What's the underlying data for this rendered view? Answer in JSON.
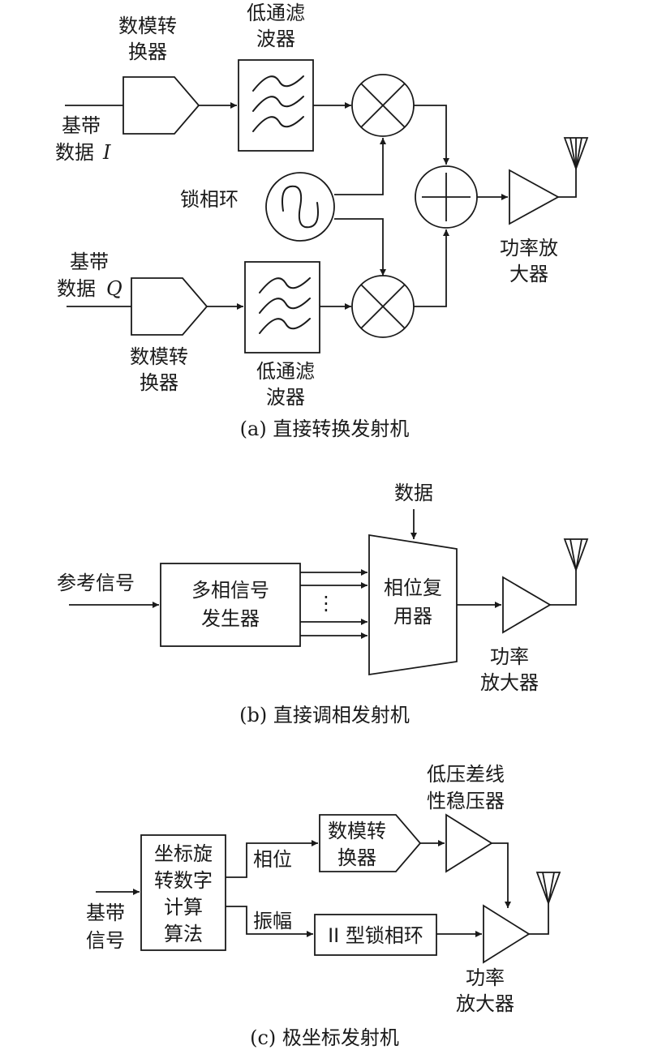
{
  "diagram_a": {
    "caption": "(a) 直接转换发射机",
    "input_i": {
      "line1": "基带",
      "line2": "数据",
      "sym": "I"
    },
    "input_q": {
      "line1": "基带",
      "line2": "数据",
      "sym": "Q"
    },
    "dac_top": {
      "line1": "数模转",
      "line2": "换器"
    },
    "dac_bottom": {
      "line1": "数模转",
      "line2": "换器"
    },
    "lpf_top": {
      "line1": "低通滤",
      "line2": "波器"
    },
    "lpf_bottom": {
      "line1": "低通滤",
      "line2": "波器"
    },
    "pll": "锁相环",
    "pa": {
      "line1": "功率放",
      "line2": "大器"
    }
  },
  "diagram_b": {
    "caption": "(b) 直接调相发射机",
    "ref": "参考信号",
    "gen": {
      "line1": "多相信号",
      "line2": "发生器"
    },
    "data_in": "数据",
    "ellipsis": "⋮",
    "mux": {
      "line1": "相位复",
      "line2": "用器"
    },
    "pa": {
      "line1": "功率",
      "line2": "放大器"
    }
  },
  "diagram_c": {
    "caption": "(c) 极坐标发射机",
    "input": {
      "line1": "基带",
      "line2": "信号"
    },
    "cordic": {
      "line1": "坐标旋",
      "line2": "转数字",
      "line3": "计算",
      "line4": "算法"
    },
    "phase": "相位",
    "amp": "振幅",
    "dac": {
      "line1": "数模转",
      "line2": "换器"
    },
    "ldo": {
      "line1": "低压差线",
      "line2": "性稳压器"
    },
    "pll2": "II 型锁相环",
    "pa": {
      "line1": "功率",
      "line2": "放大器"
    }
  }
}
